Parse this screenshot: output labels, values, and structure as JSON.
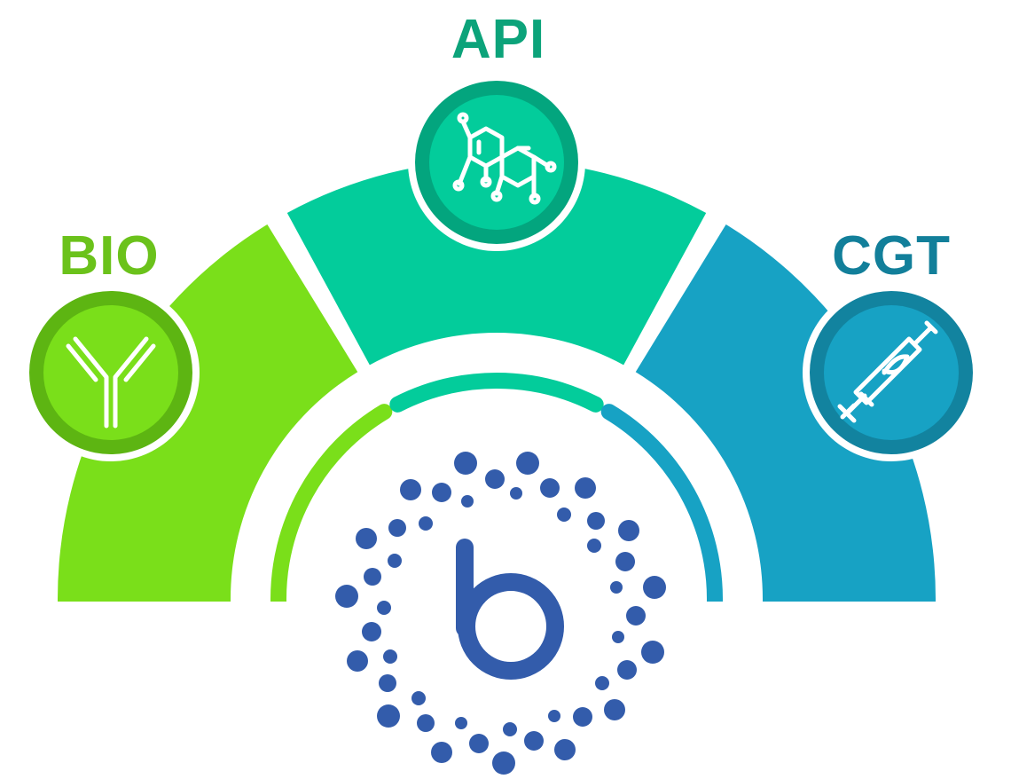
{
  "segments": [
    {
      "id": "bio",
      "label": "BIO",
      "icon": "antibody-icon",
      "color": "#7ADF1A",
      "dark": "#5DB512",
      "label_color": "#6BC21B"
    },
    {
      "id": "api",
      "label": "API",
      "icon": "molecule-icon",
      "color": "#03CC9B",
      "dark": "#03A57E",
      "label_color": "#0CA37A"
    },
    {
      "id": "cgt",
      "label": "CGT",
      "icon": "syringe-dna-icon",
      "color": "#17A2C4",
      "dark": "#12839F",
      "label_color": "#127F9A"
    }
  ],
  "logo": {
    "icon": "b-dots-logo",
    "color": "#335CAB",
    "letter": "b"
  }
}
